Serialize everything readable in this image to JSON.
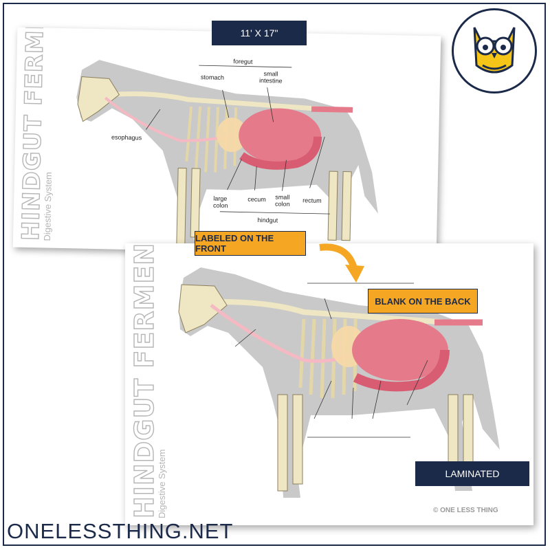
{
  "size_label": "11' X 17\"",
  "front_card": {
    "title": "HINDGUT FERMENTER",
    "subtitle": "Digestive System",
    "labels": {
      "foregut": "foregut",
      "stomach": "stomach",
      "small_intestine": "small intestine",
      "esophagus": "esophagus",
      "large_colon": "large colon",
      "cecum": "cecum",
      "small_colon": "small colon",
      "rectum": "rectum",
      "hindgut": "hindgut"
    }
  },
  "back_card": {
    "title": "HINDGUT FERMENTER",
    "subtitle": "Digestive System",
    "copyright": "© ONE LESS THING"
  },
  "callouts": {
    "front": "LABELED ON THE FRONT",
    "back": "BLANK ON THE BACK",
    "laminated": "LAMINATED"
  },
  "website": "ONELESSTHING.NET",
  "colors": {
    "navy": "#1c2a4a",
    "orange": "#f5a623",
    "owl_yellow": "#f5c518",
    "intestine_pink": "#e57a8a",
    "bone": "#efe6c3"
  }
}
